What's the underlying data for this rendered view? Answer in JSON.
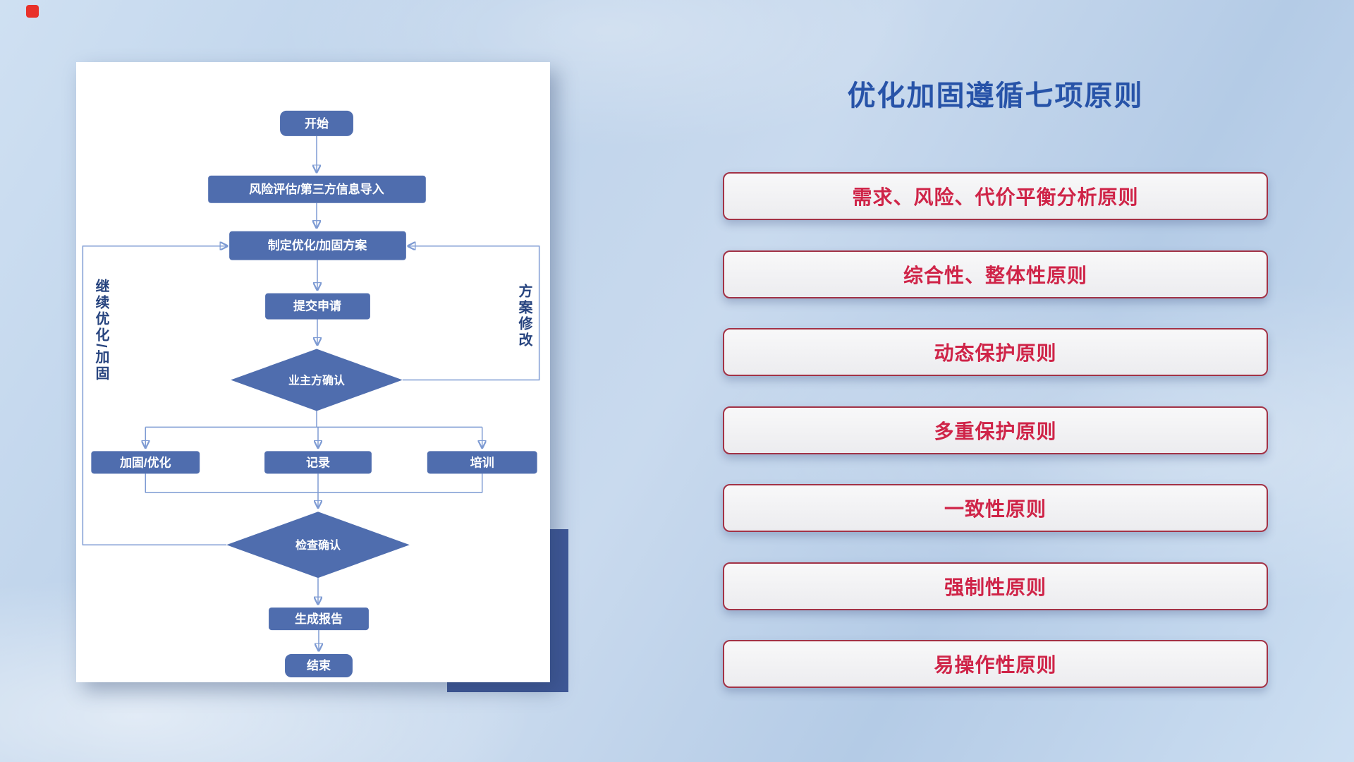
{
  "slide": {
    "title": "优化加固遵循七项原则"
  },
  "flowchart": {
    "nodes": {
      "start": "开始",
      "risk_import": "风险评估/第三方信息导入",
      "make_plan": "制定优化/加固方案",
      "submit": "提交申请",
      "owner_confirm": "业主方确认",
      "harden": "加固/优化",
      "record": "记录",
      "training": "培训",
      "check_confirm": "检查确认",
      "report": "生成报告",
      "end": "结束"
    },
    "loop_labels": {
      "left": "继续优化/加固",
      "right": "方案修改"
    }
  },
  "principles": [
    "需求、风险、代价平衡分析原则",
    "综合性、整体性原则",
    "动态保护原则",
    "多重保护原则",
    "一致性原则",
    "强制性原则",
    "易操作性原则"
  ],
  "colors": {
    "node_blue": "#4f6dae",
    "connector_blue": "#7e9bd3",
    "accent_navy": "#3f5897",
    "title_blue": "#2753a8",
    "principle_red": "#cf2448",
    "principle_border": "#a23246",
    "background_blue": "#bdd2ea",
    "corner_marker_red": "#e8312a"
  }
}
